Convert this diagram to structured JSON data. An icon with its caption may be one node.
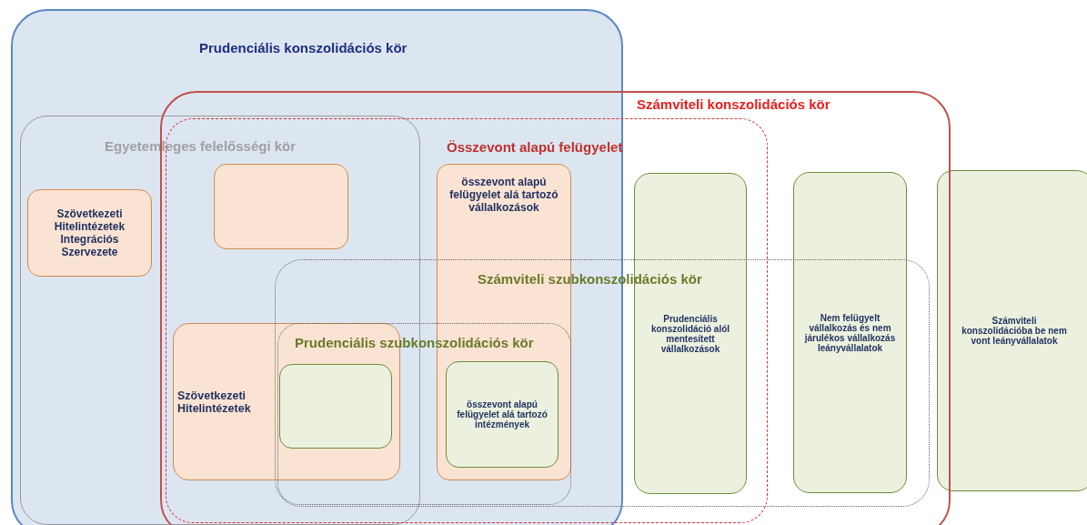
{
  "diagram": {
    "nodes": [
      {
        "text": [
          "Prudenciális konszolidációs kör"
        ]
      },
      {
        "text": [
          "Számviteli konszolidációs kör"
        ]
      },
      {
        "text": [
          "Egyetemleges felelősségi kör"
        ],
        "in": 0
      },
      {
        "text": [
          "Összevont alapú felügyelet"
        ],
        "in": 1
      },
      {
        "text": [
          "Szövetkezeti Hitelintézetek Integrációs Szervezete"
        ],
        "in": 2
      },
      {
        "text": [],
        "shape": "box"
      },
      {
        "text": [
          "összevont alapú felügyelet alá tartozó vállalkozások"
        ]
      },
      {
        "text": [
          "Számviteli szubkonszolidációs kör"
        ],
        "in": 1
      },
      {
        "text": [
          "Szövetkezeti Hitelintézetek"
        ]
      },
      {
        "text": [
          "Prudenciális szubkonszolidációs kör"
        ]
      },
      {
        "text": [],
        "shape": "box"
      },
      {
        "text": [
          "összevont alapú felügyelet alá tartozó intézmények"
        ]
      },
      {
        "text": [
          "Prudenciális konszolidáció alól mentesített vállalkozások"
        ],
        "in": 3
      },
      {
        "text": [
          "Nem felügyelt vállalkozás és nem járulékos vállalkozás leányvállalatok"
        ],
        "in": 1
      },
      {
        "text": [
          "Számviteli konszolidációba be nem vont leányvállalatok"
        ]
      }
    ],
    "edges": []
  }
}
